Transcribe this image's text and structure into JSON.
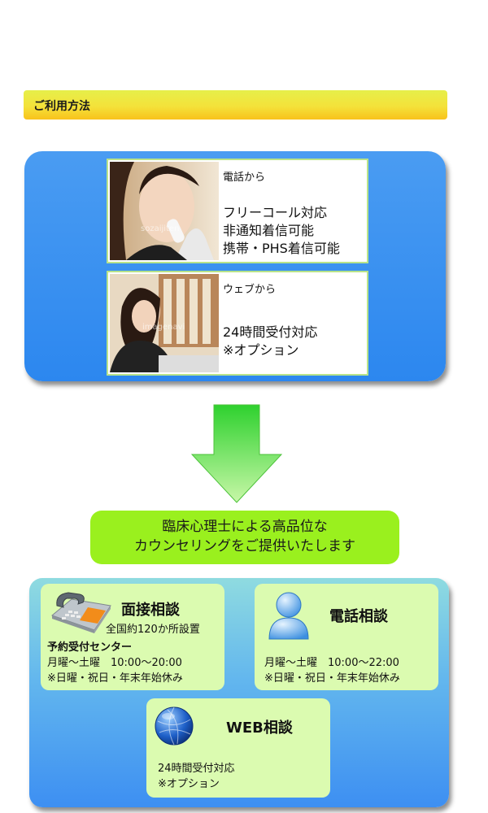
{
  "header": {
    "title": "ご利用方法"
  },
  "methods": {
    "phone": {
      "title": "電話から",
      "lines": [
        "フリーコール対応",
        "非通知着信可能",
        "携帯・PHS着信可能"
      ],
      "watermark": "sozaijiten"
    },
    "web": {
      "title": "ウェブから",
      "lines": [
        "24時間受付対応",
        "※オプション"
      ],
      "watermark": "imagenavi"
    }
  },
  "banner": {
    "line1": "臨床心理士による高品位な",
    "line2": "カウンセリングをご提供いたします"
  },
  "services": {
    "in_person": {
      "title": "面接相談",
      "subtitle": "全国約120か所設置",
      "center": "予約受付センター",
      "hours": "月曜～土曜　10:00～20:00",
      "closed": "※日曜・祝日・年末年始休み",
      "icon": "telephone-icon"
    },
    "phone": {
      "title": "電話相談",
      "hours": "月曜～土曜　10:00～22:00",
      "closed": "※日曜・祝日・年末年始休み",
      "icon": "person-icon"
    },
    "web": {
      "title": "WEB相談",
      "line1": "24時間受付対応",
      "line2": "※オプション",
      "icon": "globe-icon"
    }
  },
  "colors": {
    "panel_blue": "#2c87ef",
    "banner_green": "#9af01e",
    "card_green": "#dbfbb0",
    "arrow_green": "#5ee53a",
    "header_yellow": "#f4e23a"
  }
}
